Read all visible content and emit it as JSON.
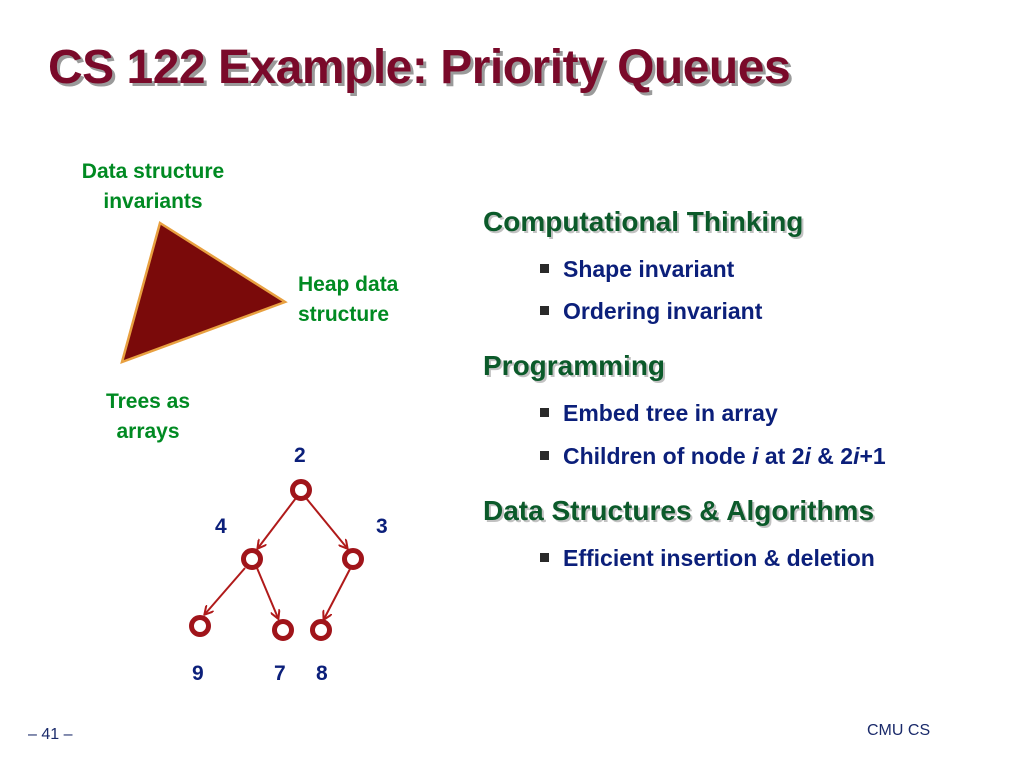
{
  "title": "CS 122 Example: Priority Queues",
  "triangle": {
    "top_label": [
      "Data structure",
      "invariants"
    ],
    "right_label": [
      "Heap data",
      "structure"
    ],
    "bottom_label": [
      "Trees as",
      "arrays"
    ],
    "fill_color": "#7a0a0a",
    "stroke_color": "#e8a040"
  },
  "tree": {
    "root": "2",
    "left": "4",
    "right": "3",
    "left_left": "9",
    "left_right": "7",
    "right_left": "8"
  },
  "sections": [
    {
      "heading": "Computational Thinking",
      "bullets": [
        "Shape invariant",
        "Ordering invariant"
      ]
    },
    {
      "heading": "Programming",
      "bullets": [
        "Embed tree in array"
      ]
    },
    {
      "heading": "Data Structures & Algorithms",
      "bullets": [
        "Efficient insertion & deletion"
      ]
    }
  ],
  "children_bullet": {
    "prefix": "Children of node ",
    "var_i": "i",
    "mid": " at 2",
    "var_i2": "i",
    "amp": " & 2",
    "var_i3": "i",
    "suffix": "+1"
  },
  "footer": {
    "page": "– 41 –",
    "org": "CMU CS"
  },
  "colors": {
    "title": "#7a0a2a",
    "green_label": "#008a22",
    "heading": "#0b5a2a",
    "body_text": "#0b1f7a",
    "tree_edge": "#b01a1a"
  }
}
